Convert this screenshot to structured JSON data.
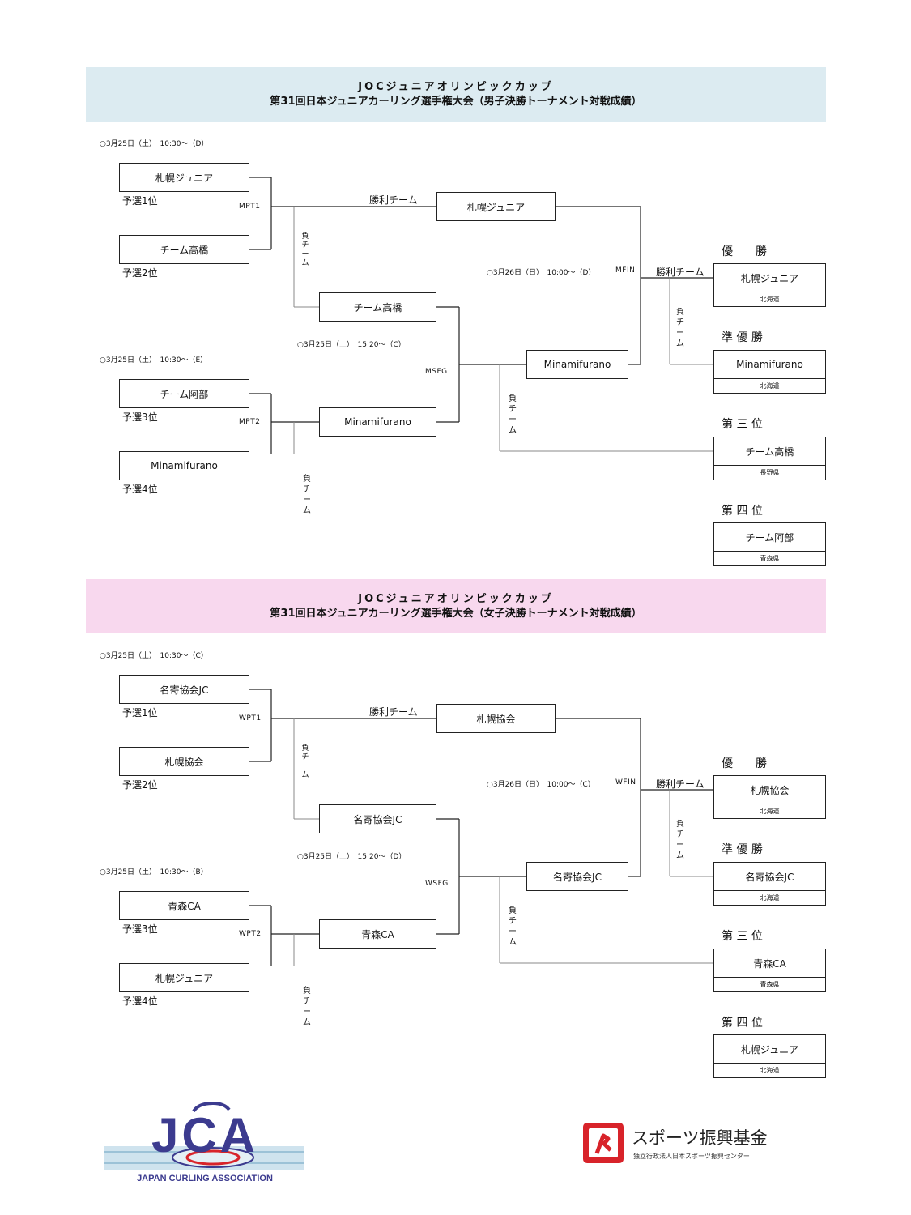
{
  "colors": {
    "men_banner": "#dcebf1",
    "women_banner": "#f8d8ee",
    "jca_blue": "#3c3b8f",
    "jsc_red": "#d8232a"
  },
  "men": {
    "title1": "JOCジュニアオリンピックカップ",
    "title2": "第31回日本ジュニアカーリング選手権大会（男子決勝トーナメント対戦成績）",
    "sched_pt1": "○3月25日（土）　10:30～（D）",
    "sched_pt2": "○3月25日（土）　10:30～（E）",
    "sched_sf": "○3月25日（土）　15:20～（C）",
    "sched_fin": "○3月26日（日）　10:00～（D）",
    "code_pt1": "MPT1",
    "code_pt2": "MPT2",
    "code_sf": "MSFG",
    "code_fin": "MFIN",
    "seed1_team": "札幌ジュニア",
    "seed1_label": "予選1位",
    "seed2_team": "チーム高橋",
    "seed2_label": "予選2位",
    "seed3_team": "チーム阿部",
    "seed3_label": "予選3位",
    "seed4_team": "Minamifurano",
    "seed4_label": "予選4位",
    "pt1_winner": "札幌ジュニア",
    "pt1_loser": "チーム高橋",
    "pt2_winner": "Minamifurano",
    "sf_winner": "Minamifurano",
    "win_team_label": "勝利チーム",
    "win_team_label2": "勝利チーム",
    "lose_label": "負チーム",
    "rank1_label": "優　　勝",
    "rank1_team": "札幌ジュニア",
    "rank1_pref": "北海道",
    "rank2_label": "準 優 勝",
    "rank2_team": "Minamifurano",
    "rank2_pref": "北海道",
    "rank3_label": "第 三 位",
    "rank3_team": "チーム高橋",
    "rank3_pref": "長野県",
    "rank4_label": "第 四 位",
    "rank4_team": "チーム阿部",
    "rank4_pref": "青森県"
  },
  "women": {
    "title1": "JOCジュニアオリンピックカップ",
    "title2": "第31回日本ジュニアカーリング選手権大会（女子決勝トーナメント対戦成績）",
    "sched_pt1": "○3月25日（土）　10:30～（C）",
    "sched_pt2": "○3月25日（土）　10:30～（B）",
    "sched_sf": "○3月25日（土）　15:20～（D）",
    "sched_fin": "○3月26日（日）　10:00～（C）",
    "code_pt1": "WPT1",
    "code_pt2": "WPT2",
    "code_sf": "WSFG",
    "code_fin": "WFIN",
    "seed1_team": "名寄協会JC",
    "seed1_label": "予選1位",
    "seed2_team": "札幌協会",
    "seed2_label": "予選2位",
    "seed3_team": "青森CA",
    "seed3_label": "予選3位",
    "seed4_team": "札幌ジュニア",
    "seed4_label": "予選4位",
    "pt1_winner": "札幌協会",
    "pt1_loser": "名寄協会JC",
    "pt2_winner": "青森CA",
    "sf_winner": "名寄協会JC",
    "win_team_label": "勝利チーム",
    "win_team_label2": "勝利チーム",
    "lose_label": "負チーム",
    "rank1_label": "優　　勝",
    "rank1_team": "札幌協会",
    "rank1_pref": "北海道",
    "rank2_label": "準 優 勝",
    "rank2_team": "名寄協会JC",
    "rank2_pref": "北海道",
    "rank3_label": "第 三 位",
    "rank3_team": "青森CA",
    "rank3_pref": "青森県",
    "rank4_label": "第 四 位",
    "rank4_team": "札幌ジュニア",
    "rank4_pref": "北海道"
  },
  "logos": {
    "jca_letters": "JCA",
    "jca_name": "JAPAN CURLING ASSOCIATION",
    "jsc_name": "スポーツ振興基金",
    "jsc_sub": "独立行政法人日本スポーツ振興センター"
  }
}
